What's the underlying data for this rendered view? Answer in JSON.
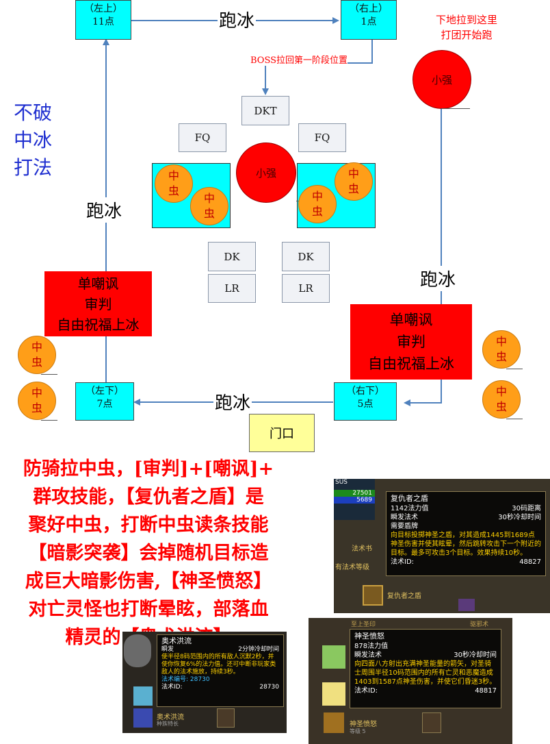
{
  "diagram": {
    "corners": {
      "top_left": {
        "line1": "（左上）",
        "line2": "11点"
      },
      "top_right": {
        "line1": "（右上）",
        "line2": "1点"
      },
      "bottom_left": {
        "line1": "（左下）",
        "line2": "7点"
      },
      "bottom_right": {
        "line1": "（右下）",
        "line2": "5点"
      }
    },
    "run_ice": "跑冰",
    "boss_note": "BOSS拉回第一阶段位置",
    "pull_note": {
      "line1": "下地拉到这里",
      "line2": "打团开始跑"
    },
    "strategy": {
      "line1": "不破",
      "line2": "中冰",
      "line3": "打法"
    },
    "dkt": "DKT",
    "fq": "FQ",
    "dk": "DK",
    "lr": "LR",
    "boss_name": "小强",
    "bug": {
      "line1": "中",
      "line2": "虫"
    },
    "tank_box": {
      "line1": "单嘲讽",
      "line2": "审判",
      "line3": "自由祝福上冰"
    },
    "door": "门口"
  },
  "description": {
    "line1": "防骑拉中虫，[审判]+[嘲讽]+",
    "line2": "群攻技能，【复仇者之盾】是",
    "line3": "聚好中虫，打断中虫读条技能",
    "line4": "【暗影突袭】会掉随机目标造",
    "line5": "成巨大暗影伤害,【神圣愤怒】",
    "line6": "对亡灵怪也打断晕眩，部落血",
    "line7": "精灵的【奥术洪流】"
  },
  "tooltips": {
    "avenger": {
      "ui_top": "SUS",
      "hp": "27501",
      "mp": "5689",
      "side1": "法术书",
      "side2": "有法术等级",
      "footer": "复仇者之盾",
      "title": "复仇者之盾",
      "cost": "1142法力值",
      "range": "30码距离",
      "cast": "瞬发法术",
      "cooldown": "30秒冷却时间",
      "req": "需要盾牌",
      "desc": "向目标投掷神圣之盾，对其造成1445到1689点神圣伤害并使其眩晕，然后跳转攻击下一个附近的目标。最多可攻击3个目标。效果持续10秒。",
      "id_label": "法术ID:",
      "id": "48827"
    },
    "wrath": {
      "header_left": "至上圣印",
      "header_right": "驱邪术",
      "footer": "神圣愤怒",
      "footer_sub": "等级 5",
      "title": "神圣愤怒",
      "cost": "878法力值",
      "cast": "瞬发法术",
      "cooldown": "30秒冷却时间",
      "desc": "向四面八方射出充满神圣能量的箭矢，对圣骑士周围半径10码范围内的所有亡灵和恶魔造成1403到1587点神圣伤害，并使它们昏迷3秒。",
      "id_label": "法术ID:",
      "id": "48817"
    },
    "arcane": {
      "title": "奥术洪流",
      "cast": "瞬发",
      "cooldown": "2分钟冷却时间",
      "desc": "使半径8码范围内的所有敌人沉默2秒，并使你恢复6%的法力值。还可中断非玩家类敌人的法术施放，持续3秒。",
      "num_label": "法术编号:",
      "num": "28730",
      "id_label": "法术ID:",
      "id": "28730",
      "footer": "奥术洪流",
      "footer_sub": "种族特长"
    }
  },
  "colors": {
    "cyan": "#00ffff",
    "red": "#ff0000",
    "orange": "#ff9e18",
    "arrow": "#4f81bd",
    "text_red": "#ff0000",
    "text_blue": "#1f2fd0",
    "door": "#ffff99"
  }
}
